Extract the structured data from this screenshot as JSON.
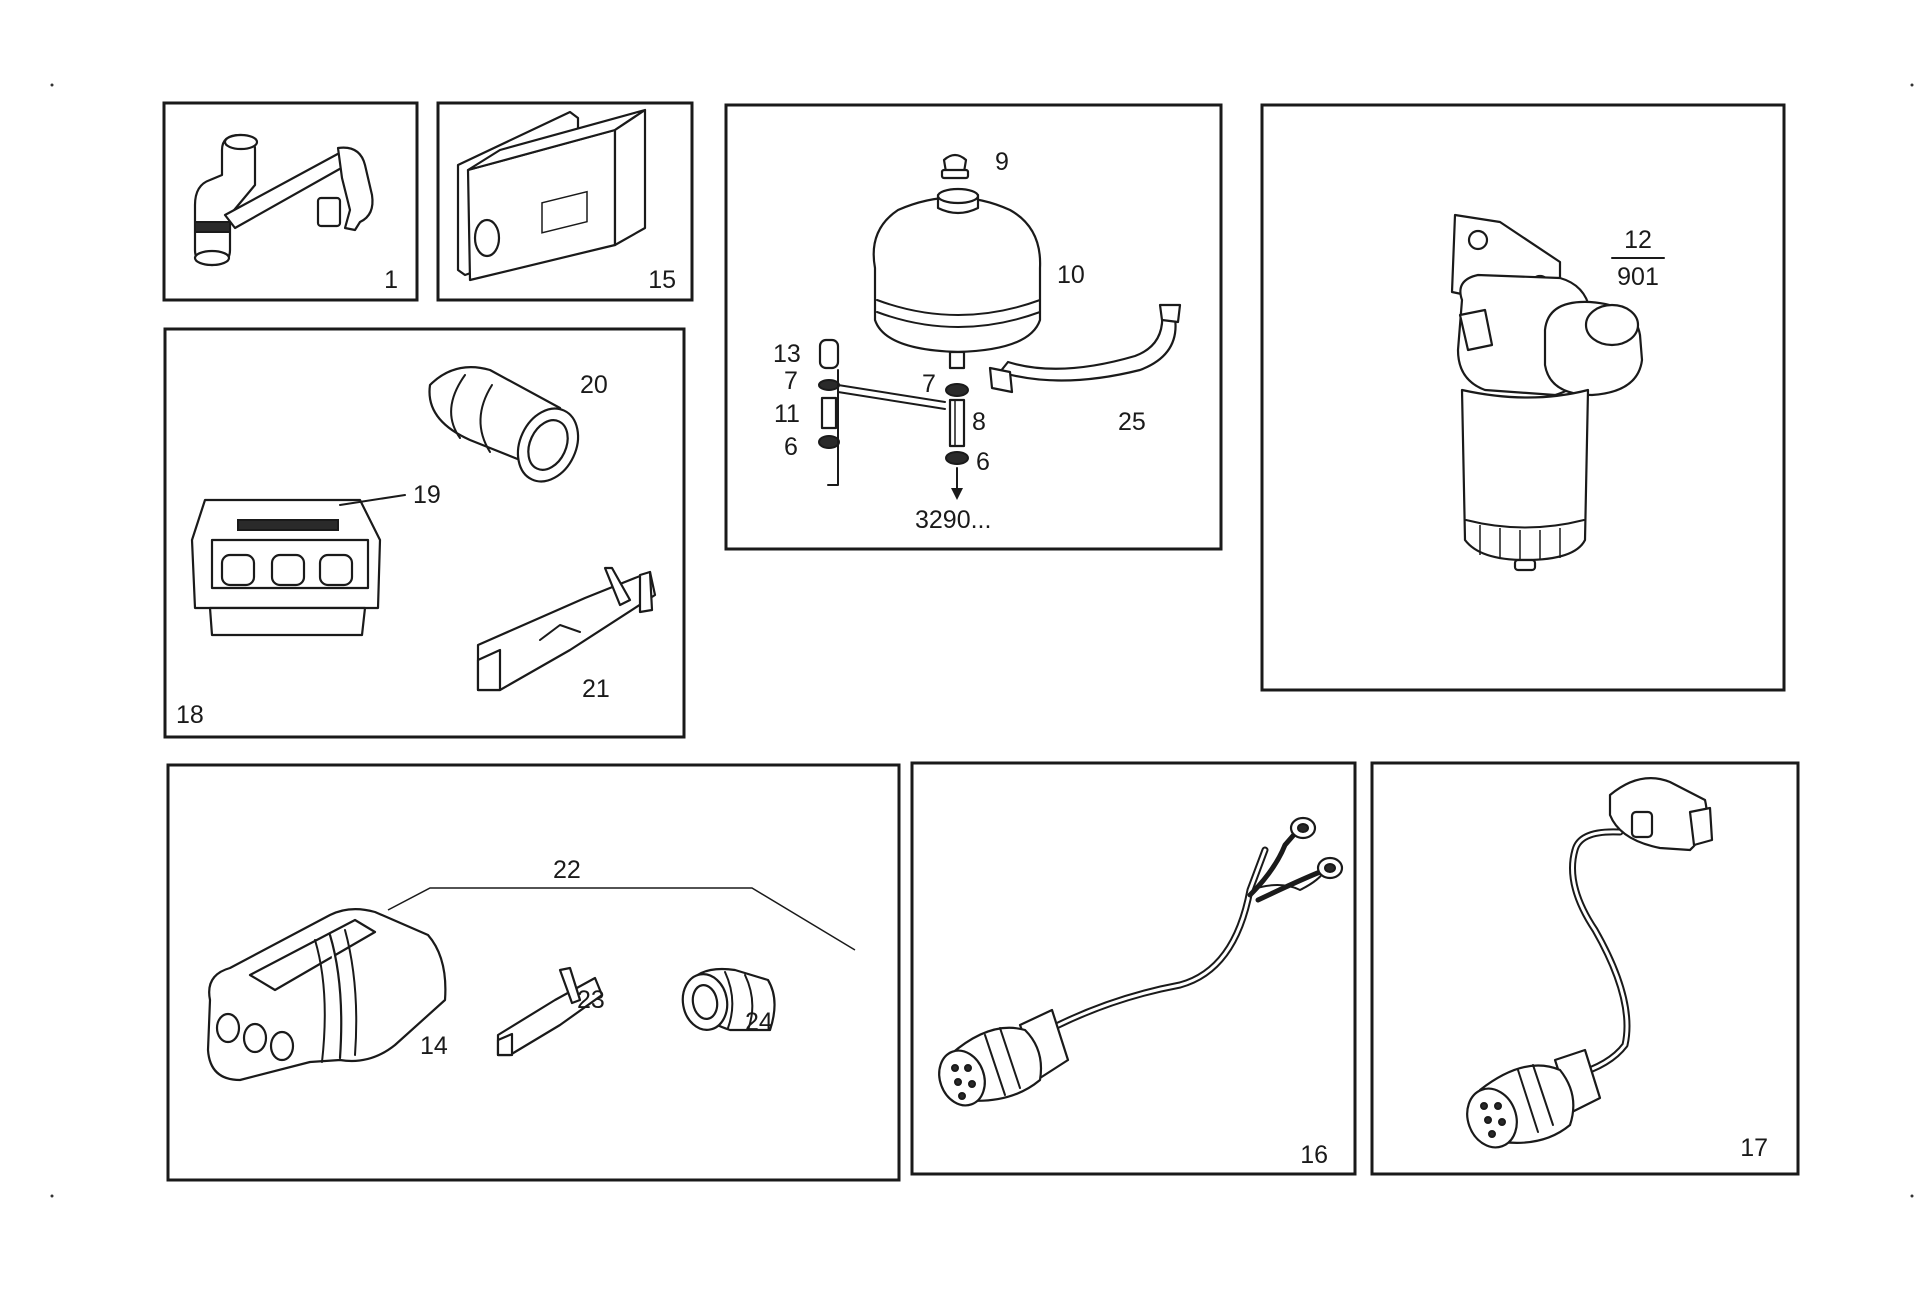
{
  "panels": {
    "p1": {
      "label": "1"
    },
    "p15": {
      "label": "15"
    },
    "tank": {
      "label_9": "9",
      "label_10": "10",
      "label_13": "13",
      "label_7a": "7",
      "label_11": "11",
      "label_6a": "6",
      "label_7b": "7",
      "label_8": "8",
      "label_6b": "6",
      "label_25": "25",
      "ref_text": "3290..."
    },
    "filter": {
      "label_top": "12",
      "label_bottom": "901"
    },
    "connector_kit_18": {
      "label_18": "18",
      "label_19": "19",
      "label_20": "20",
      "label_21": "21"
    },
    "connector_kit_22": {
      "label_22": "22",
      "label_14": "14",
      "label_23": "23",
      "label_24": "24"
    },
    "harness_16": {
      "label": "16"
    },
    "harness_17": {
      "label": "17"
    }
  },
  "colors": {
    "ink": "#1a1a1a",
    "paper": "#ffffff"
  }
}
